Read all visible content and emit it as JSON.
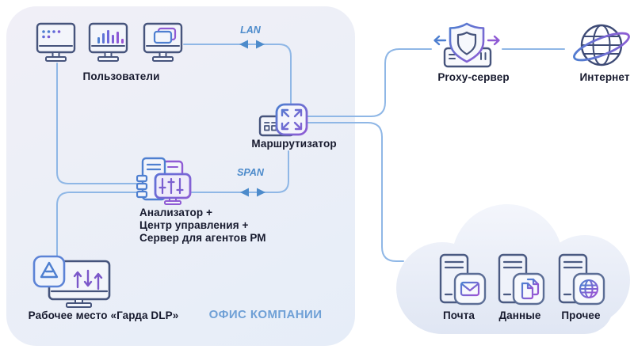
{
  "office": {
    "label": "ОФИС КОМПАНИИ",
    "users": {
      "label": "Пользователи"
    },
    "router": {
      "label": "Маршрутизатор"
    },
    "analyzer": {
      "label": [
        "Анализатор +",
        "Центр управления +",
        "Сервер для агентов РМ"
      ]
    },
    "workstation": {
      "label": "Рабочее место «Гарда DLP»"
    },
    "links": {
      "lan": "LAN",
      "span": "SPAN"
    }
  },
  "external": {
    "proxy": {
      "label": "Proxy-сервер"
    },
    "internet": {
      "label": "Интернет"
    }
  },
  "cloud": {
    "mail": {
      "label": "Почта"
    },
    "data": {
      "label": "Данные"
    },
    "other": {
      "label": "Прочее"
    }
  },
  "colors": {
    "line": "#8FB7E6",
    "arrow": "#4D8BCB",
    "label_text": "#171A2E",
    "office_label": "#6FA0D6",
    "icon_navy": "#46547C",
    "icon_blue": "#4E7FD0",
    "icon_purple": "#8F5BD4",
    "office_bg_top": "#F0EFF7",
    "office_bg_bottom": "#E6EDF8",
    "cloud_top": "#F4F6FC",
    "cloud_bottom": "#DDE4F2"
  }
}
